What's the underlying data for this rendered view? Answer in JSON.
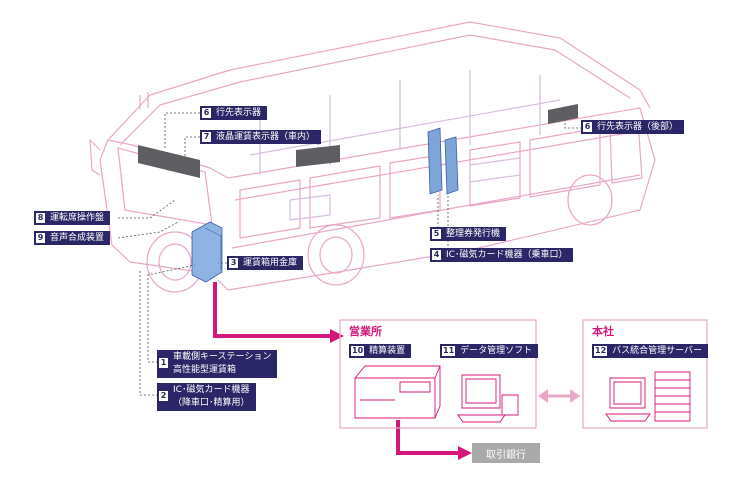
{
  "bus_labels": {
    "dest_front": {
      "num": "6",
      "text": "行先表示器"
    },
    "lcd_fare": {
      "num": "7",
      "text": "液晶運賃表示器（車内）"
    },
    "dest_rear": {
      "num": "6",
      "text": "行先表示器（後部）"
    },
    "driver_panel": {
      "num": "8",
      "text": "運転席操作盤"
    },
    "voice_synth": {
      "num": "9",
      "text": "音声合成装置"
    },
    "ticket_issuer": {
      "num": "5",
      "text": "整理券発行機"
    },
    "ic_card_boarding": {
      "num": "4",
      "text": "IC･磁気カード機器（乗車口）"
    },
    "fare_safe": {
      "num": "3",
      "text": "運賃箱用金庫"
    },
    "key_station": {
      "num": "1",
      "line1": "車載側キーステーション",
      "line2": "高性能型運賃箱"
    },
    "ic_card_exit": {
      "num": "2",
      "line1": "IC･磁気カード機器",
      "line2": "（降車口･精算用）"
    }
  },
  "office": {
    "title": "営業所",
    "settlement": {
      "num": "10",
      "text": "精算装置"
    },
    "data_soft": {
      "num": "11",
      "text": "データ管理ソフト"
    }
  },
  "hq": {
    "title": "本社",
    "server": {
      "num": "12",
      "text": "バス統合管理サーバー"
    }
  },
  "bank": {
    "text": "取引銀行"
  },
  "colors": {
    "label_bg": "#2b2766",
    "accent": "#d4177a",
    "bus_outline": "#e9a7c7",
    "equipment": "#7fa4d8",
    "bank_bg": "#a9a9ab"
  }
}
